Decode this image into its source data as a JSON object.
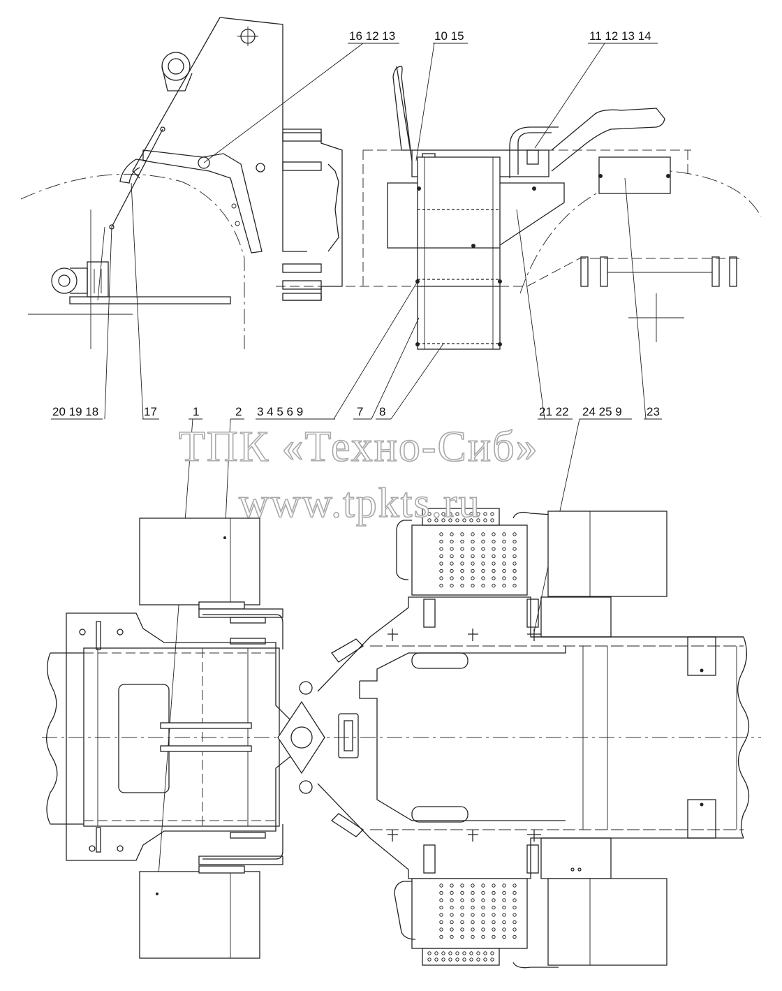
{
  "callouts_top": [
    {
      "id": "c-16-12-13",
      "label": "16 12 13"
    },
    {
      "id": "c-10-15",
      "label": "10 15"
    },
    {
      "id": "c-11-12-13-14",
      "label": "11 12 13 14"
    },
    {
      "id": "c-20-19-18",
      "label": "20 19 18"
    },
    {
      "id": "c-17",
      "label": "17"
    },
    {
      "id": "c-1",
      "label": "1"
    },
    {
      "id": "c-2",
      "label": "2"
    },
    {
      "id": "c-3-4-5-6-9",
      "label": "3  4  5  6  9"
    },
    {
      "id": "c-7",
      "label": "7"
    },
    {
      "id": "c-8",
      "label": "8"
    },
    {
      "id": "c-21-22",
      "label": "21 22"
    },
    {
      "id": "c-24-25-9",
      "label": "24 25  9"
    },
    {
      "id": "c-23",
      "label": "23"
    }
  ],
  "watermark": {
    "company": "ТПК «Техно-Сиб»",
    "website": "www.tpkts.ru"
  }
}
